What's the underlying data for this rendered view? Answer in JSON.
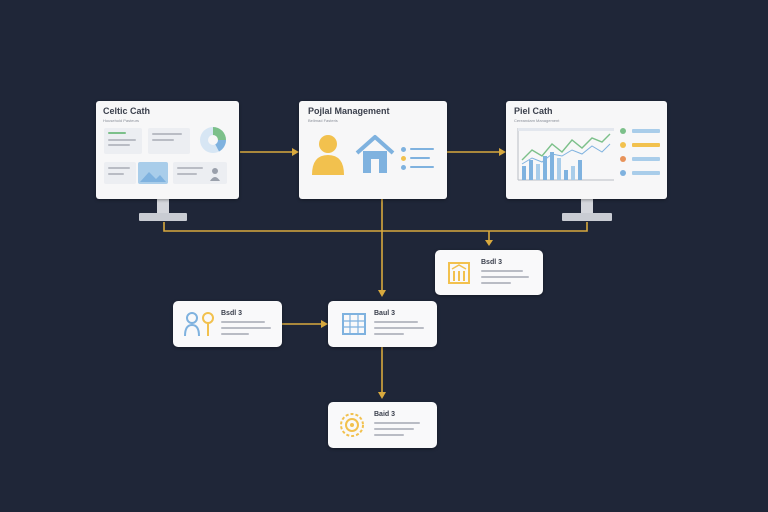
{
  "colors": {
    "background": "#1f2638",
    "connector": "#d8a93e",
    "panel": "#f7f7f8",
    "accent_yellow": "#f2c14e",
    "accent_blue": "#7fb2df",
    "accent_green": "#7cc08a"
  },
  "panels": [
    {
      "title": "Celtic Cath",
      "subtitle": "Household Pasteurs"
    },
    {
      "title": "Pojlal Management",
      "subtitle": "Bellmad Fasteris"
    },
    {
      "title": "Piel Cath",
      "subtitle": "Cereandam Management"
    }
  ],
  "cards": [
    {
      "title": "Bsdl 3",
      "icon": "building-icon"
    },
    {
      "title": "Bsdl 3",
      "icon": "people-pin-icon"
    },
    {
      "title": "Baul 3",
      "icon": "office-building-icon"
    },
    {
      "title": "Baid 3",
      "icon": "gear-sun-icon"
    }
  ]
}
